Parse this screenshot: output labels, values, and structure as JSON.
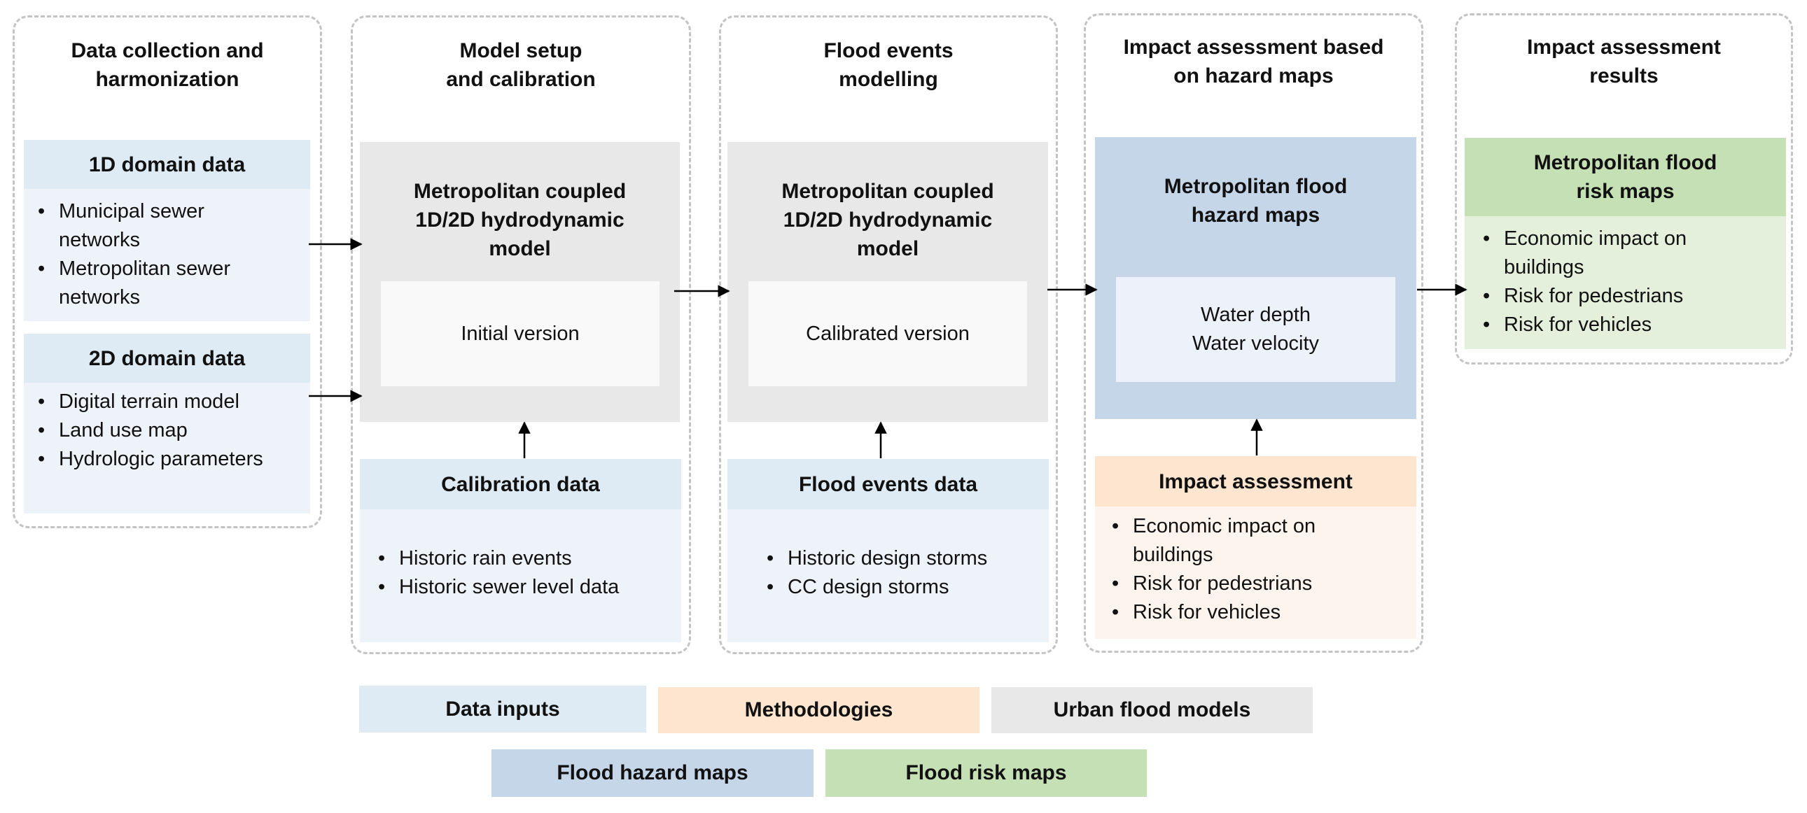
{
  "stages": [
    {
      "title_lines": [
        "Data collection and",
        "harmonization"
      ]
    },
    {
      "title_lines": [
        "Model setup",
        "and calibration"
      ]
    },
    {
      "title_lines": [
        "Flood events",
        "modelling"
      ]
    },
    {
      "title_lines": [
        "Impact assessment based",
        "on hazard maps"
      ]
    },
    {
      "title_lines": [
        "Impact assessment",
        "results"
      ]
    }
  ],
  "data_1d": {
    "header": "1D domain data",
    "items": [
      [
        "Municipal sewer",
        "networks"
      ],
      [
        "Metropolitan sewer",
        "networks"
      ]
    ]
  },
  "data_2d": {
    "header": "2D domain data",
    "items": [
      [
        "Digital terrain model"
      ],
      [
        "Land use map"
      ],
      [
        "Hydrologic parameters"
      ]
    ]
  },
  "model_initial": {
    "title_lines": [
      "Metropolitan coupled",
      "1D/2D hydrodynamic",
      "model"
    ],
    "inner": "Initial version"
  },
  "calibration_data": {
    "header": "Calibration data",
    "items": [
      [
        "Historic rain events"
      ],
      [
        "Historic sewer level data"
      ]
    ]
  },
  "model_calibrated": {
    "title_lines": [
      "Metropolitan coupled",
      "1D/2D hydrodynamic",
      "model"
    ],
    "inner": "Calibrated version"
  },
  "flood_events_data": {
    "header": "Flood events data",
    "items": [
      [
        "Historic design storms"
      ],
      [
        "CC design storms"
      ]
    ]
  },
  "hazard_maps": {
    "title_lines": [
      "Metropolitan flood",
      "hazard maps"
    ],
    "inner_lines": [
      "Water depth",
      "Water velocity"
    ]
  },
  "impact_assessment": {
    "header": "Impact assessment",
    "items": [
      [
        "Economic impact on",
        "buildings"
      ],
      [
        "Risk for pedestrians"
      ],
      [
        "Risk for vehicles"
      ]
    ]
  },
  "risk_maps": {
    "title_lines": [
      "Metropolitan flood",
      "risk maps"
    ],
    "items": [
      [
        "Economic impact on",
        "buildings"
      ],
      [
        "Risk for pedestrians"
      ],
      [
        "Risk for vehicles"
      ]
    ]
  },
  "legend": {
    "data_inputs": "Data inputs",
    "methodologies": "Methodologies",
    "urban_flood_models": "Urban flood models",
    "flood_hazard_maps": "Flood hazard maps",
    "flood_risk_maps": "Flood risk maps"
  },
  "colors": {
    "data_inputs": "#deebf4",
    "methodologies": "#fde5d0",
    "urban_flood_models": "#e8e8e8",
    "flood_hazard_maps": "#c6d6e9",
    "flood_risk_maps": "#c6e0b6"
  }
}
